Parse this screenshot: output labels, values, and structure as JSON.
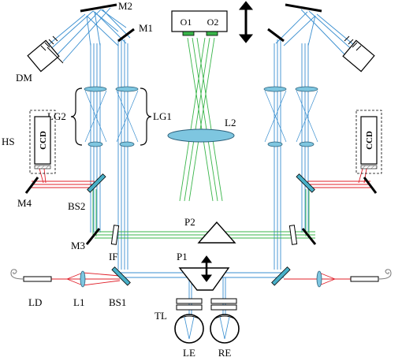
{
  "colors": {
    "beam_blue": "#3a8fd0",
    "beam_green": "#39b54a",
    "beam_red": "#e0202a",
    "lens_fill": "#7ec6e0",
    "mirror": "#49b0c8"
  },
  "labels": {
    "M2": "M2",
    "M1": "M1",
    "DM": "DM",
    "LG2": "LG2",
    "LG1": "LG1",
    "HS": "HS",
    "CCD": "CCD",
    "L2": "L2",
    "O1": "O1",
    "O2": "O2",
    "M4": "M4",
    "BS2": "BS2",
    "P2": "P2",
    "M3": "M3",
    "IF": "IF",
    "P1": "P1",
    "LD": "LD",
    "L1": "L1",
    "BS1": "BS1",
    "TL": "TL",
    "LE": "LE",
    "RE": "RE"
  },
  "icons": {
    "vertical_translation": "double-arrow-icon",
    "fiber_coil": "fiber-coil-icon"
  }
}
